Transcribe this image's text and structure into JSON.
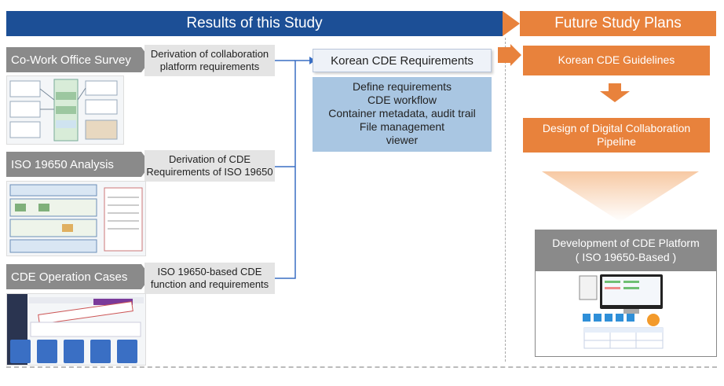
{
  "banners": {
    "left": "Results of this Study",
    "right": "Future Study Plans"
  },
  "rows": [
    {
      "label": "Co-Work Office Survey",
      "desc_line1": "Derivation of collaboration",
      "desc_line2": "platform requirements"
    },
    {
      "label": "ISO 19650 Analysis",
      "desc_line1": "Derivation of CDE",
      "desc_line2": "Requirements of ISO 19650"
    },
    {
      "label": "CDE Operation Cases",
      "desc_line1": "ISO 19650-based CDE",
      "desc_line2": "function and requirements"
    }
  ],
  "requirements": {
    "title": "Korean CDE Requirements",
    "items": [
      "Define requirements",
      "CDE workflow",
      "Container metadata, audit trail",
      "File management",
      "viewer"
    ]
  },
  "future": {
    "guidelines": "Korean CDE Guidelines",
    "pipeline_line1": "Design of Digital Collaboration",
    "pipeline_line2": "Pipeline",
    "platform_line1": "Development of CDE Platform",
    "platform_line2": "( ISO 19650-Based )"
  },
  "colors": {
    "blue": "#1c4f96",
    "orange": "#e8823c",
    "grey": "#8a8a8a",
    "light_blue": "#a9c6e2"
  }
}
